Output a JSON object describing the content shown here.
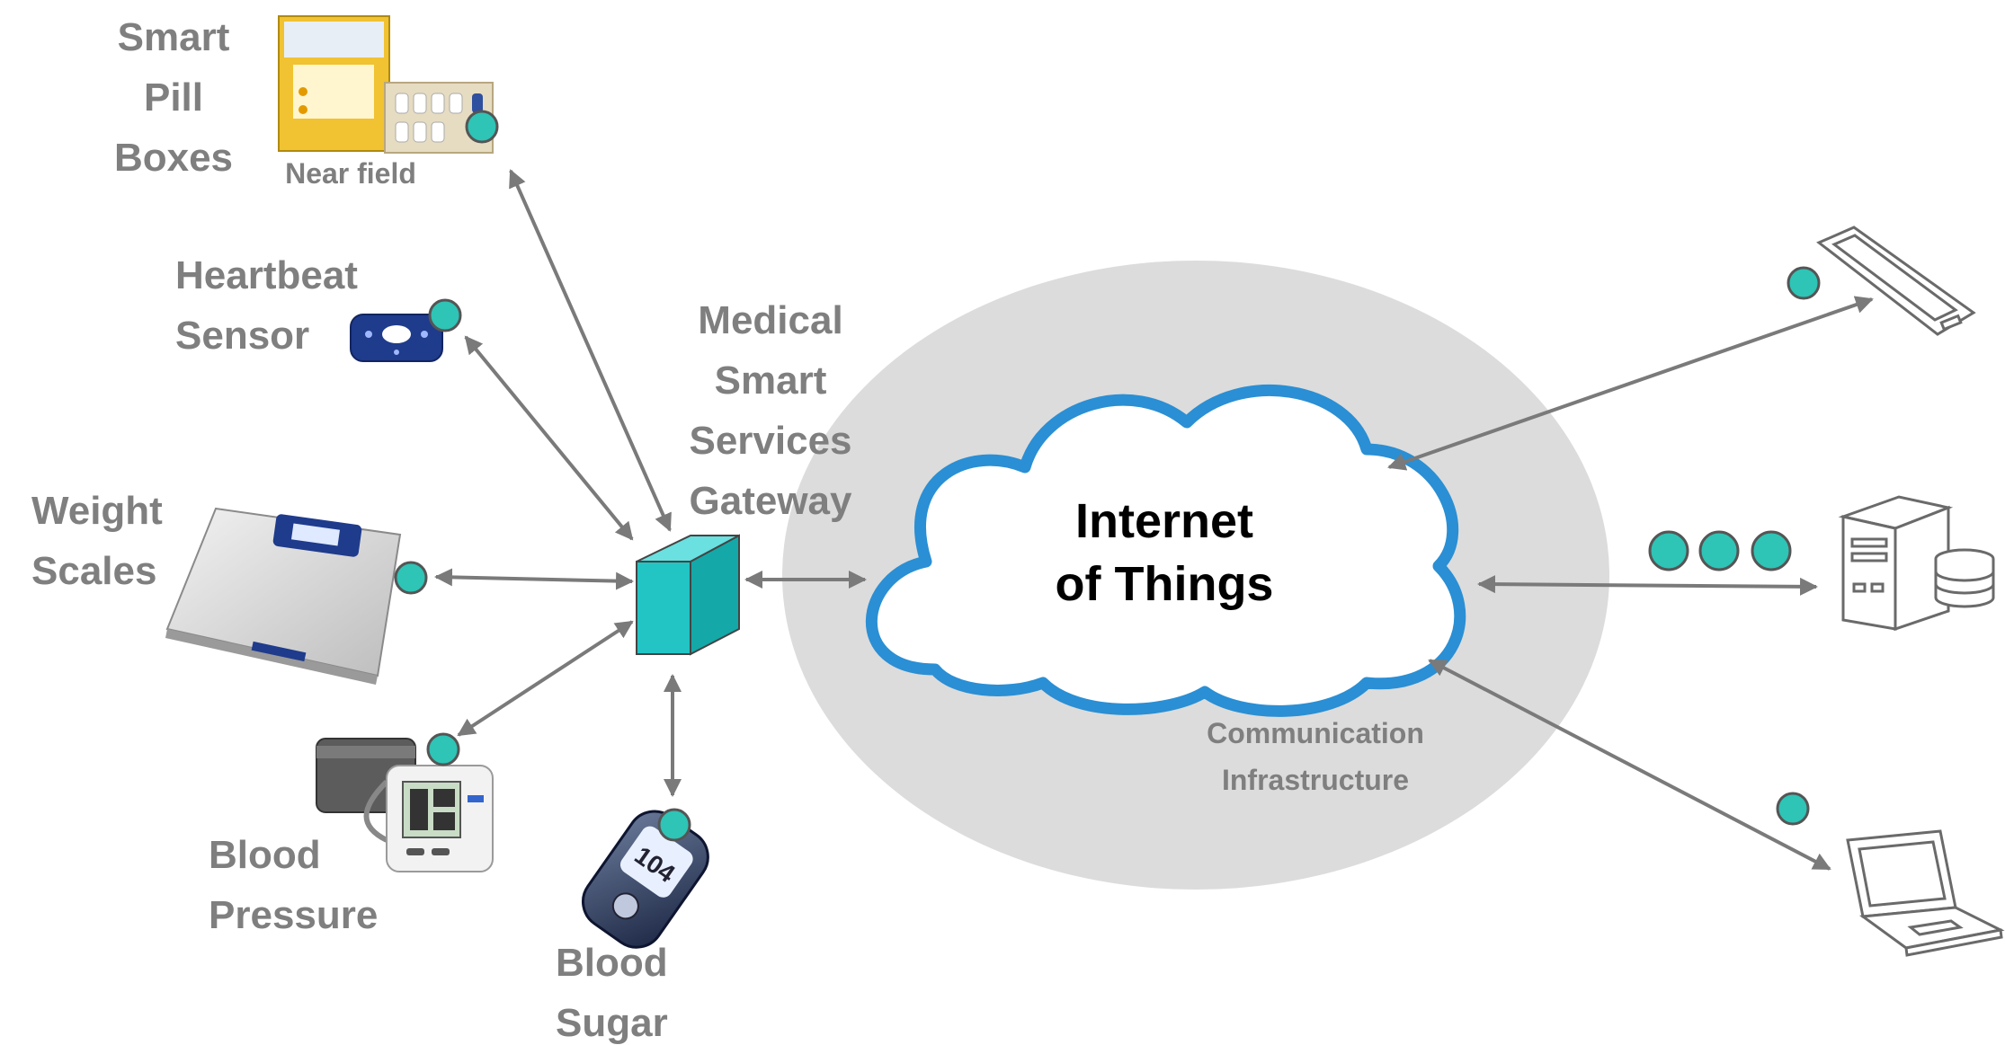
{
  "colors": {
    "label_gray": "#7f7f7f",
    "arrow_gray": "#7a7a7a",
    "node_teal": "#2ec4b6",
    "cloud_blue": "#2a8fd4",
    "ellipse_gray": "#dcdcdc",
    "gateway_teal": "#22c4c4"
  },
  "labels": {
    "pill_line1": "Smart",
    "pill_line2": "Pill",
    "pill_line3": "Boxes",
    "near_field": "Near field",
    "heartbeat_line1": "Heartbeat",
    "heartbeat_line2": "Sensor",
    "weight_line1": "Weight",
    "weight_line2": "Scales",
    "bp_line1": "Blood",
    "bp_line2": "Pressure",
    "sugar_line1": "Blood",
    "sugar_line2": "Sugar",
    "gateway_line1": "Medical",
    "gateway_line2": "Smart",
    "gateway_line3": "Services",
    "gateway_line4": "Gateway",
    "cloud_line1": "Internet",
    "cloud_line2": "of Things",
    "infra_line1": "Communication",
    "infra_line2": "Infrastructure"
  },
  "icons": {
    "pill_box": "pill-box-icon",
    "heartbeat": "heartbeat-sensor-icon",
    "scale": "weight-scale-icon",
    "bp_monitor": "blood-pressure-monitor-icon",
    "glucose_meter": "glucose-meter-icon",
    "gateway": "gateway-box-icon",
    "phone": "smartphone-icon",
    "server": "server-database-icon",
    "laptop": "laptop-icon"
  }
}
